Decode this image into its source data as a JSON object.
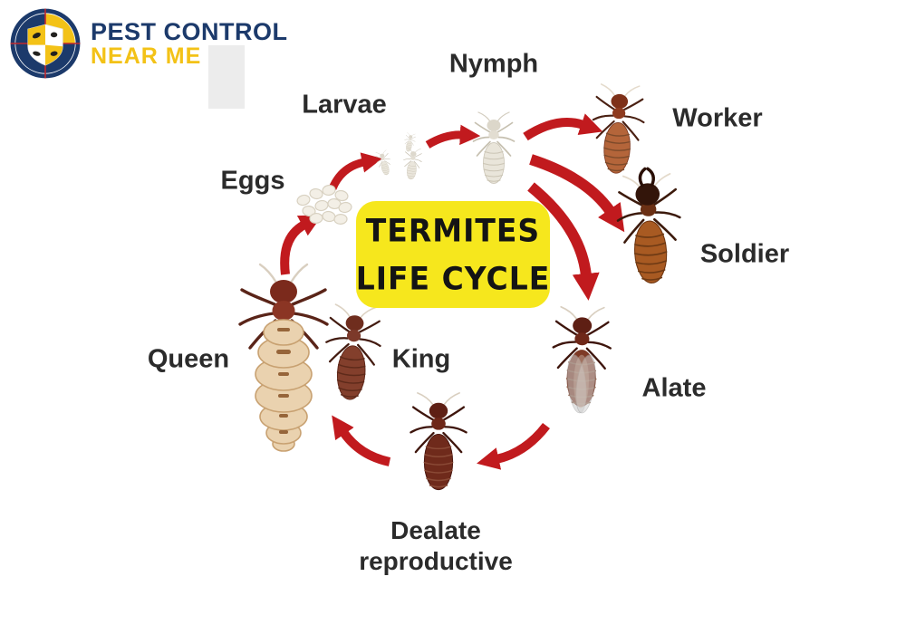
{
  "logo": {
    "line1": "PEST CONTROL",
    "line2": "NEAR ME"
  },
  "title": {
    "line1": "TERMITES",
    "line2": "LIFE CYCLE"
  },
  "stages": {
    "eggs": {
      "label": "Eggs"
    },
    "larvae": {
      "label": "Larvae"
    },
    "nymph": {
      "label": "Nymph"
    },
    "worker": {
      "label": "Worker"
    },
    "soldier": {
      "label": "Soldier"
    },
    "alate": {
      "label": "Alate"
    },
    "dealate": {
      "label_line1": "Dealate",
      "label_line2": "reproductive"
    },
    "king": {
      "label": "King"
    },
    "queen": {
      "label": "Queen"
    }
  },
  "cycle_order": [
    "Eggs",
    "Larvae",
    "Nymph",
    "Worker / Soldier / Alate",
    "Dealate reproductive",
    "King",
    "Queen",
    "Eggs"
  ],
  "colors": {
    "arrow_red": "#C11A1E",
    "title_box_yellow": "#F6E71D",
    "title_text": "#141414",
    "label_text": "#2B2B2B",
    "logo_navy": "#1C3A6B",
    "logo_yellow": "#F3C217",
    "background": "#FFFFFF"
  }
}
